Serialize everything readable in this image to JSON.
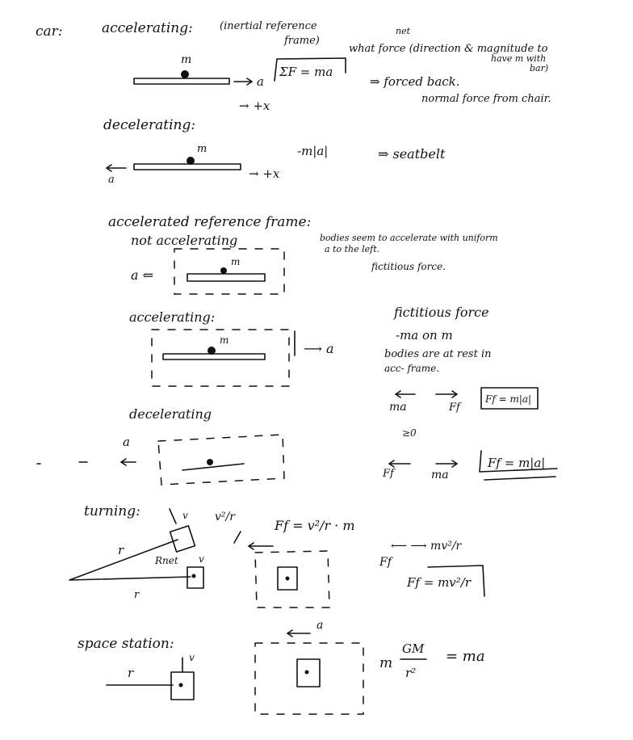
{
  "colors": {
    "ink": "#111111",
    "paper": "#ffffff"
  },
  "section1": {
    "heading": "car:",
    "accelerating": "accelerating:",
    "frame_note_1": "(inertial reference",
    "frame_note_2": "frame)",
    "mass": "m",
    "accel": "a",
    "equation": "ΣF = ma",
    "plus_x": "→ +x",
    "question_net": "net",
    "question_1": "what force (direction & magnitude to",
    "question_2": "have m with",
    "question_3": "bar)",
    "answer_1": "⇒ forced back.",
    "answer_2": "normal force from chair.",
    "decelerating": "decelerating:",
    "decel_mass": "m",
    "decel_a": "a",
    "decel_x": "→ +x",
    "decel_eq": "-m|a|",
    "decel_answer": "⇒ seatbelt"
  },
  "section2": {
    "heading": "accelerated reference frame:",
    "not_accel": "not accelerating",
    "note_1": "bodies seem to accelerate with uniform",
    "note_2": "a to the left.",
    "note_3": "fictitious force.",
    "frame_a": "a ⇐",
    "frame_m": "m",
    "accelerating": "accelerating:",
    "acc_m": "m",
    "acc_arrow": "⟶ a",
    "fict_title": "fictitious force",
    "fict_eq": "-ma on m",
    "fict_note_1": "bodies are at rest in",
    "fict_note_2": "acc- frame.",
    "ma_label": "ma",
    "ff_label": "Ff",
    "box_eq_1": "Ff = m|a|",
    "decelerating": "decelerating",
    "dec_a": "a",
    "zero": "≥0",
    "ff_label_2": "Ff",
    "ma_label_2": "ma",
    "box_eq_2": "Ff = m|a|"
  },
  "section3": {
    "heading": "turning:",
    "v1": "v",
    "v2": "v",
    "r1": "r",
    "r2": "r",
    "rnet": "Rnet",
    "v2r": "v²/r",
    "ff_eq": "Ff = v²/r · m",
    "ff_arrow": "⟵ ⟶ mv²/r",
    "ff": "Ff",
    "ff_box": "Ff = mv²/r"
  },
  "section4": {
    "heading": "space station:",
    "r": "r",
    "v": "v",
    "a": "a",
    "gravity_1": "m",
    "gravity_num": "GM",
    "gravity_den": "r²",
    "gravity_eq": "= ma"
  }
}
